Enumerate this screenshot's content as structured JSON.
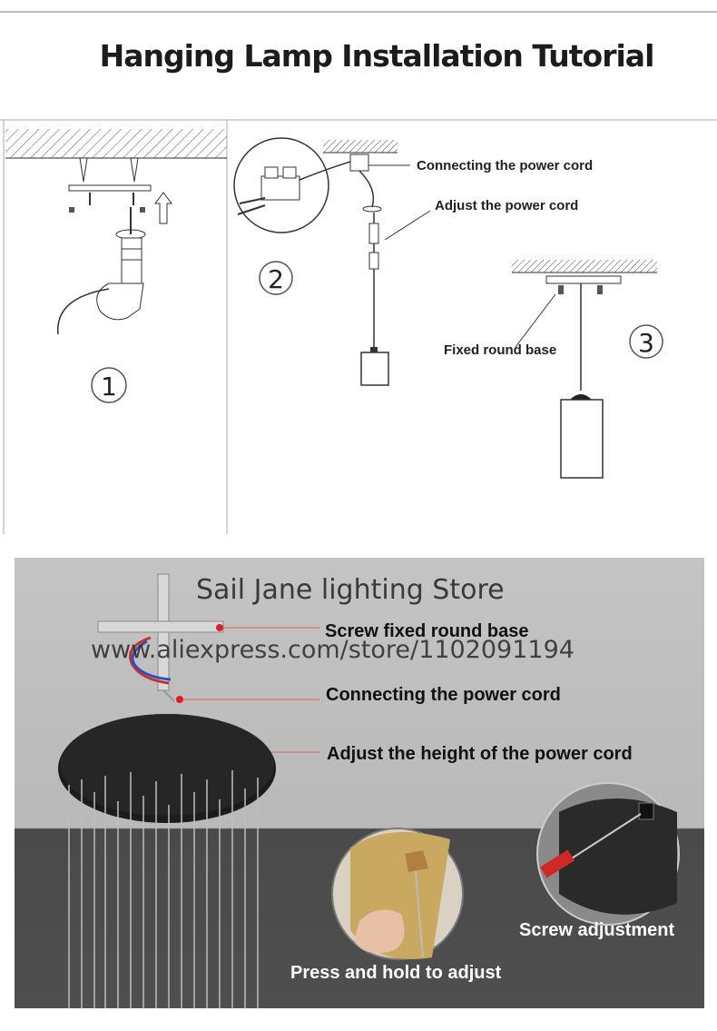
{
  "title": "Hanging Lamp Installation Tutorial",
  "steps": [
    "1",
    "2",
    "3"
  ],
  "diagram": {
    "connecting_label": "Connecting the power cord",
    "adjust_label": "Adjust the power cord",
    "base_label": "Fixed round base"
  },
  "photo": {
    "store": "Sail Jane lighting Store",
    "watermark": "www.aliexpress.com/store/1102091194",
    "labels": {
      "screw_base": "Screw fixed round base",
      "connecting": "Connecting the power cord",
      "adjust_height": "Adjust the height of the power cord",
      "screw_adjust": "Screw adjustment",
      "press_hold": "Press and hold to adjust"
    }
  },
  "colors": {
    "marker": "#e02020",
    "background_photo": "#c0c0c0",
    "floor": "#4a4a4a"
  }
}
